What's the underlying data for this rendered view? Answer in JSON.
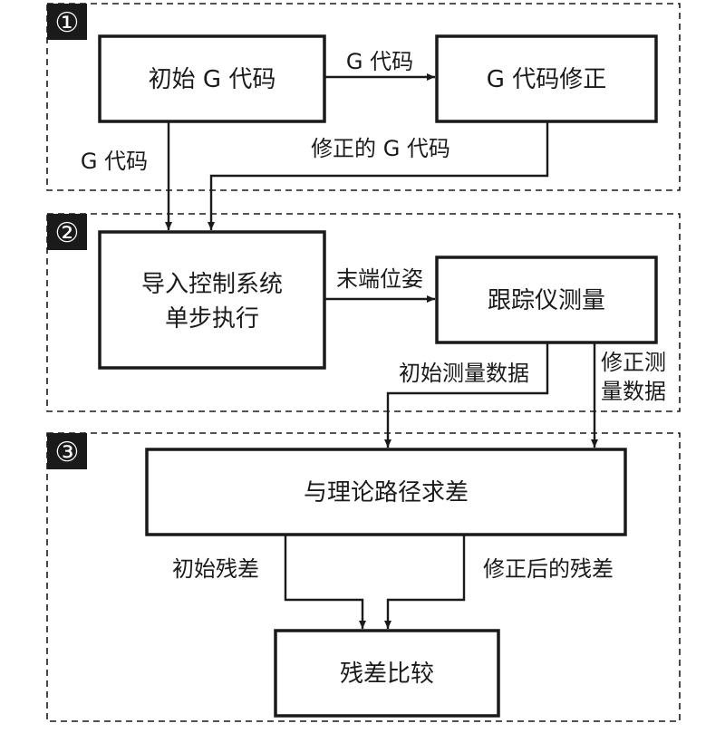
{
  "sections": [
    {
      "badge": "①"
    },
    {
      "badge": "②"
    },
    {
      "badge": "③"
    }
  ],
  "boxes": {
    "initial_gcode": "初始 G 代码",
    "gcode_correction": "G 代码修正",
    "import_control_line1": "导入控制系统",
    "import_control_line2": "单步执行",
    "tracker_measure": "跟踪仪测量",
    "diff_theory": "与理论路径求差",
    "residual_compare": "残差比较"
  },
  "edges": {
    "gcode_top": "G 代码",
    "gcode_left": "G 代码",
    "corrected_gcode": "修正的 G 代码",
    "end_pose": "末端位姿",
    "initial_measure_data": "初始测量数据",
    "corrected_measure_line1": "修正测",
    "corrected_measure_line2": "量数据",
    "initial_residual": "初始残差",
    "corrected_residual": "修正后的残差"
  }
}
